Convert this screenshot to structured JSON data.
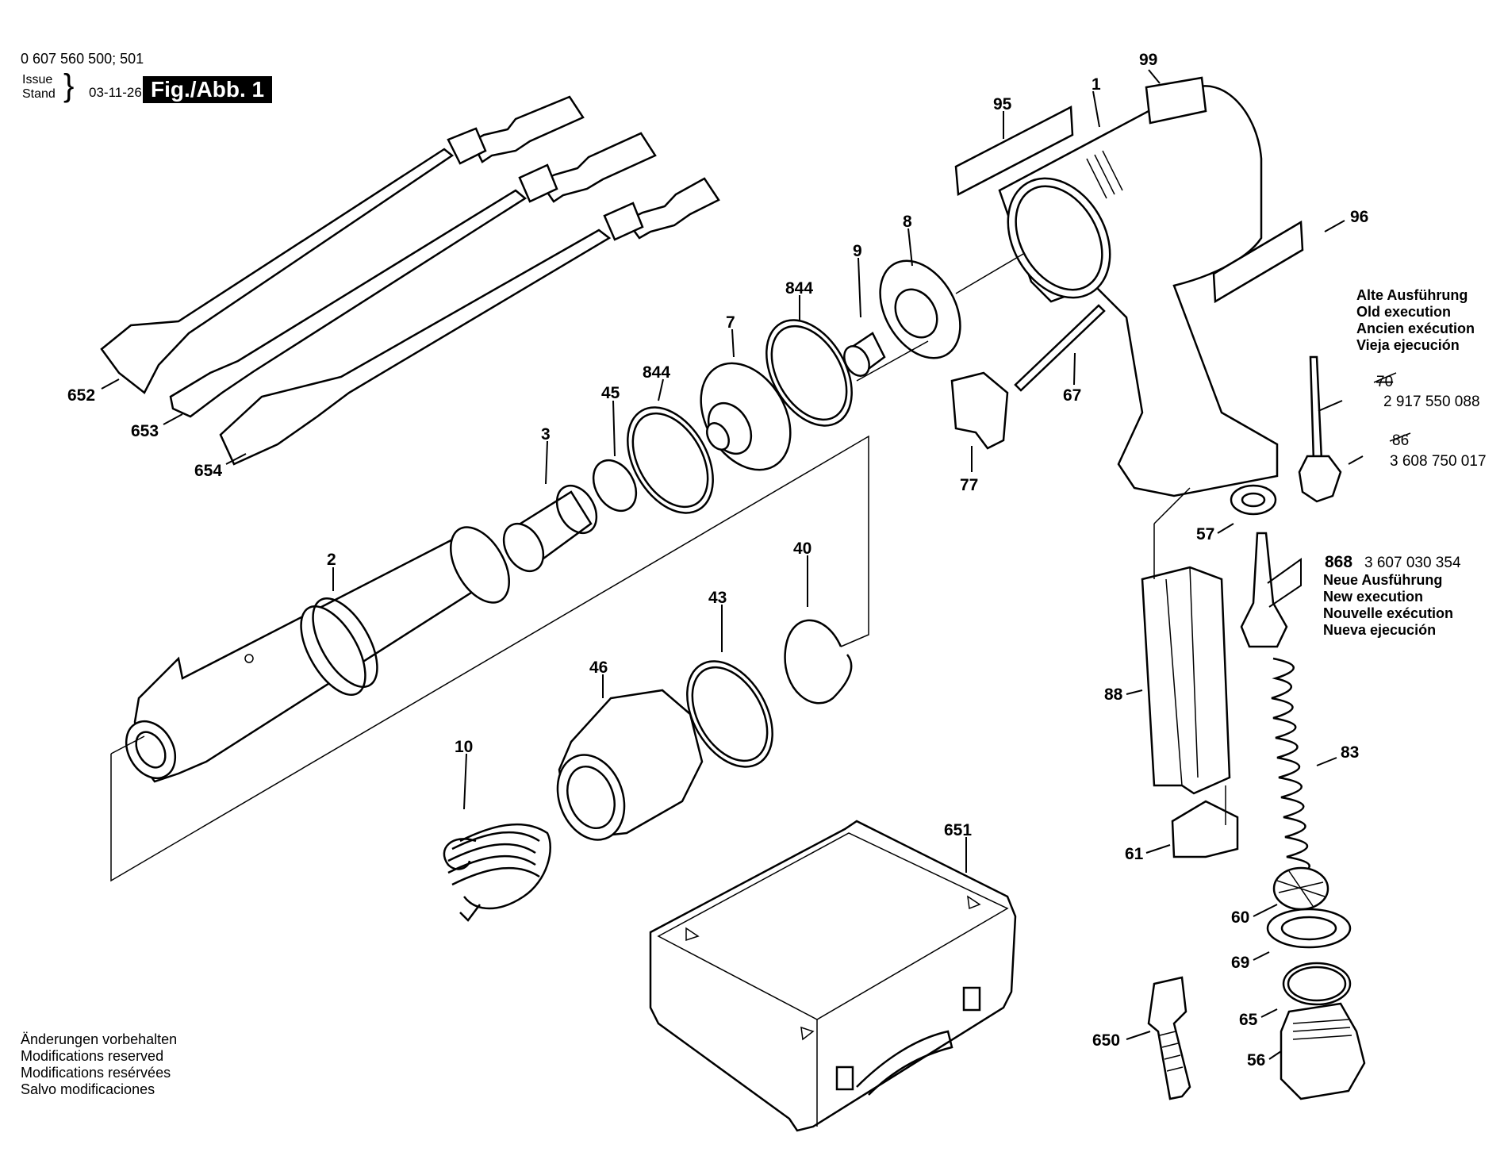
{
  "header": {
    "part_code": "0 607 560 500; 501",
    "issue_label": "Issue",
    "stand_label": "Stand",
    "date": "03-11-26",
    "figure": "Fig./Abb. 1"
  },
  "footer": {
    "lines": [
      "Änderungen vorbehalten",
      "Modifications reserved",
      "Modifications resérvées",
      "Salvo modificaciones"
    ]
  },
  "old_execution": {
    "lines": [
      "Alte Ausführung",
      "Old execution",
      "Ancien exécution",
      "Vieja ejecución"
    ],
    "parts": [
      {
        "ref": "70",
        "number": "2 917 550 088"
      },
      {
        "ref": "86",
        "number": "3 608 750 017"
      }
    ]
  },
  "new_execution": {
    "ref": "868",
    "number": "3 607 030 354",
    "lines": [
      "Neue Ausführung",
      "New execution",
      "Nouvelle exécution",
      "Nueva ejecución"
    ]
  },
  "callouts": [
    "99",
    "95",
    "1",
    "96",
    "8",
    "9",
    "844",
    "844",
    "7",
    "45",
    "3",
    "2",
    "40",
    "43",
    "46",
    "10",
    "651",
    "652",
    "653",
    "654",
    "67",
    "77",
    "57",
    "88",
    "61",
    "83",
    "60",
    "69",
    "65",
    "650",
    "56"
  ]
}
